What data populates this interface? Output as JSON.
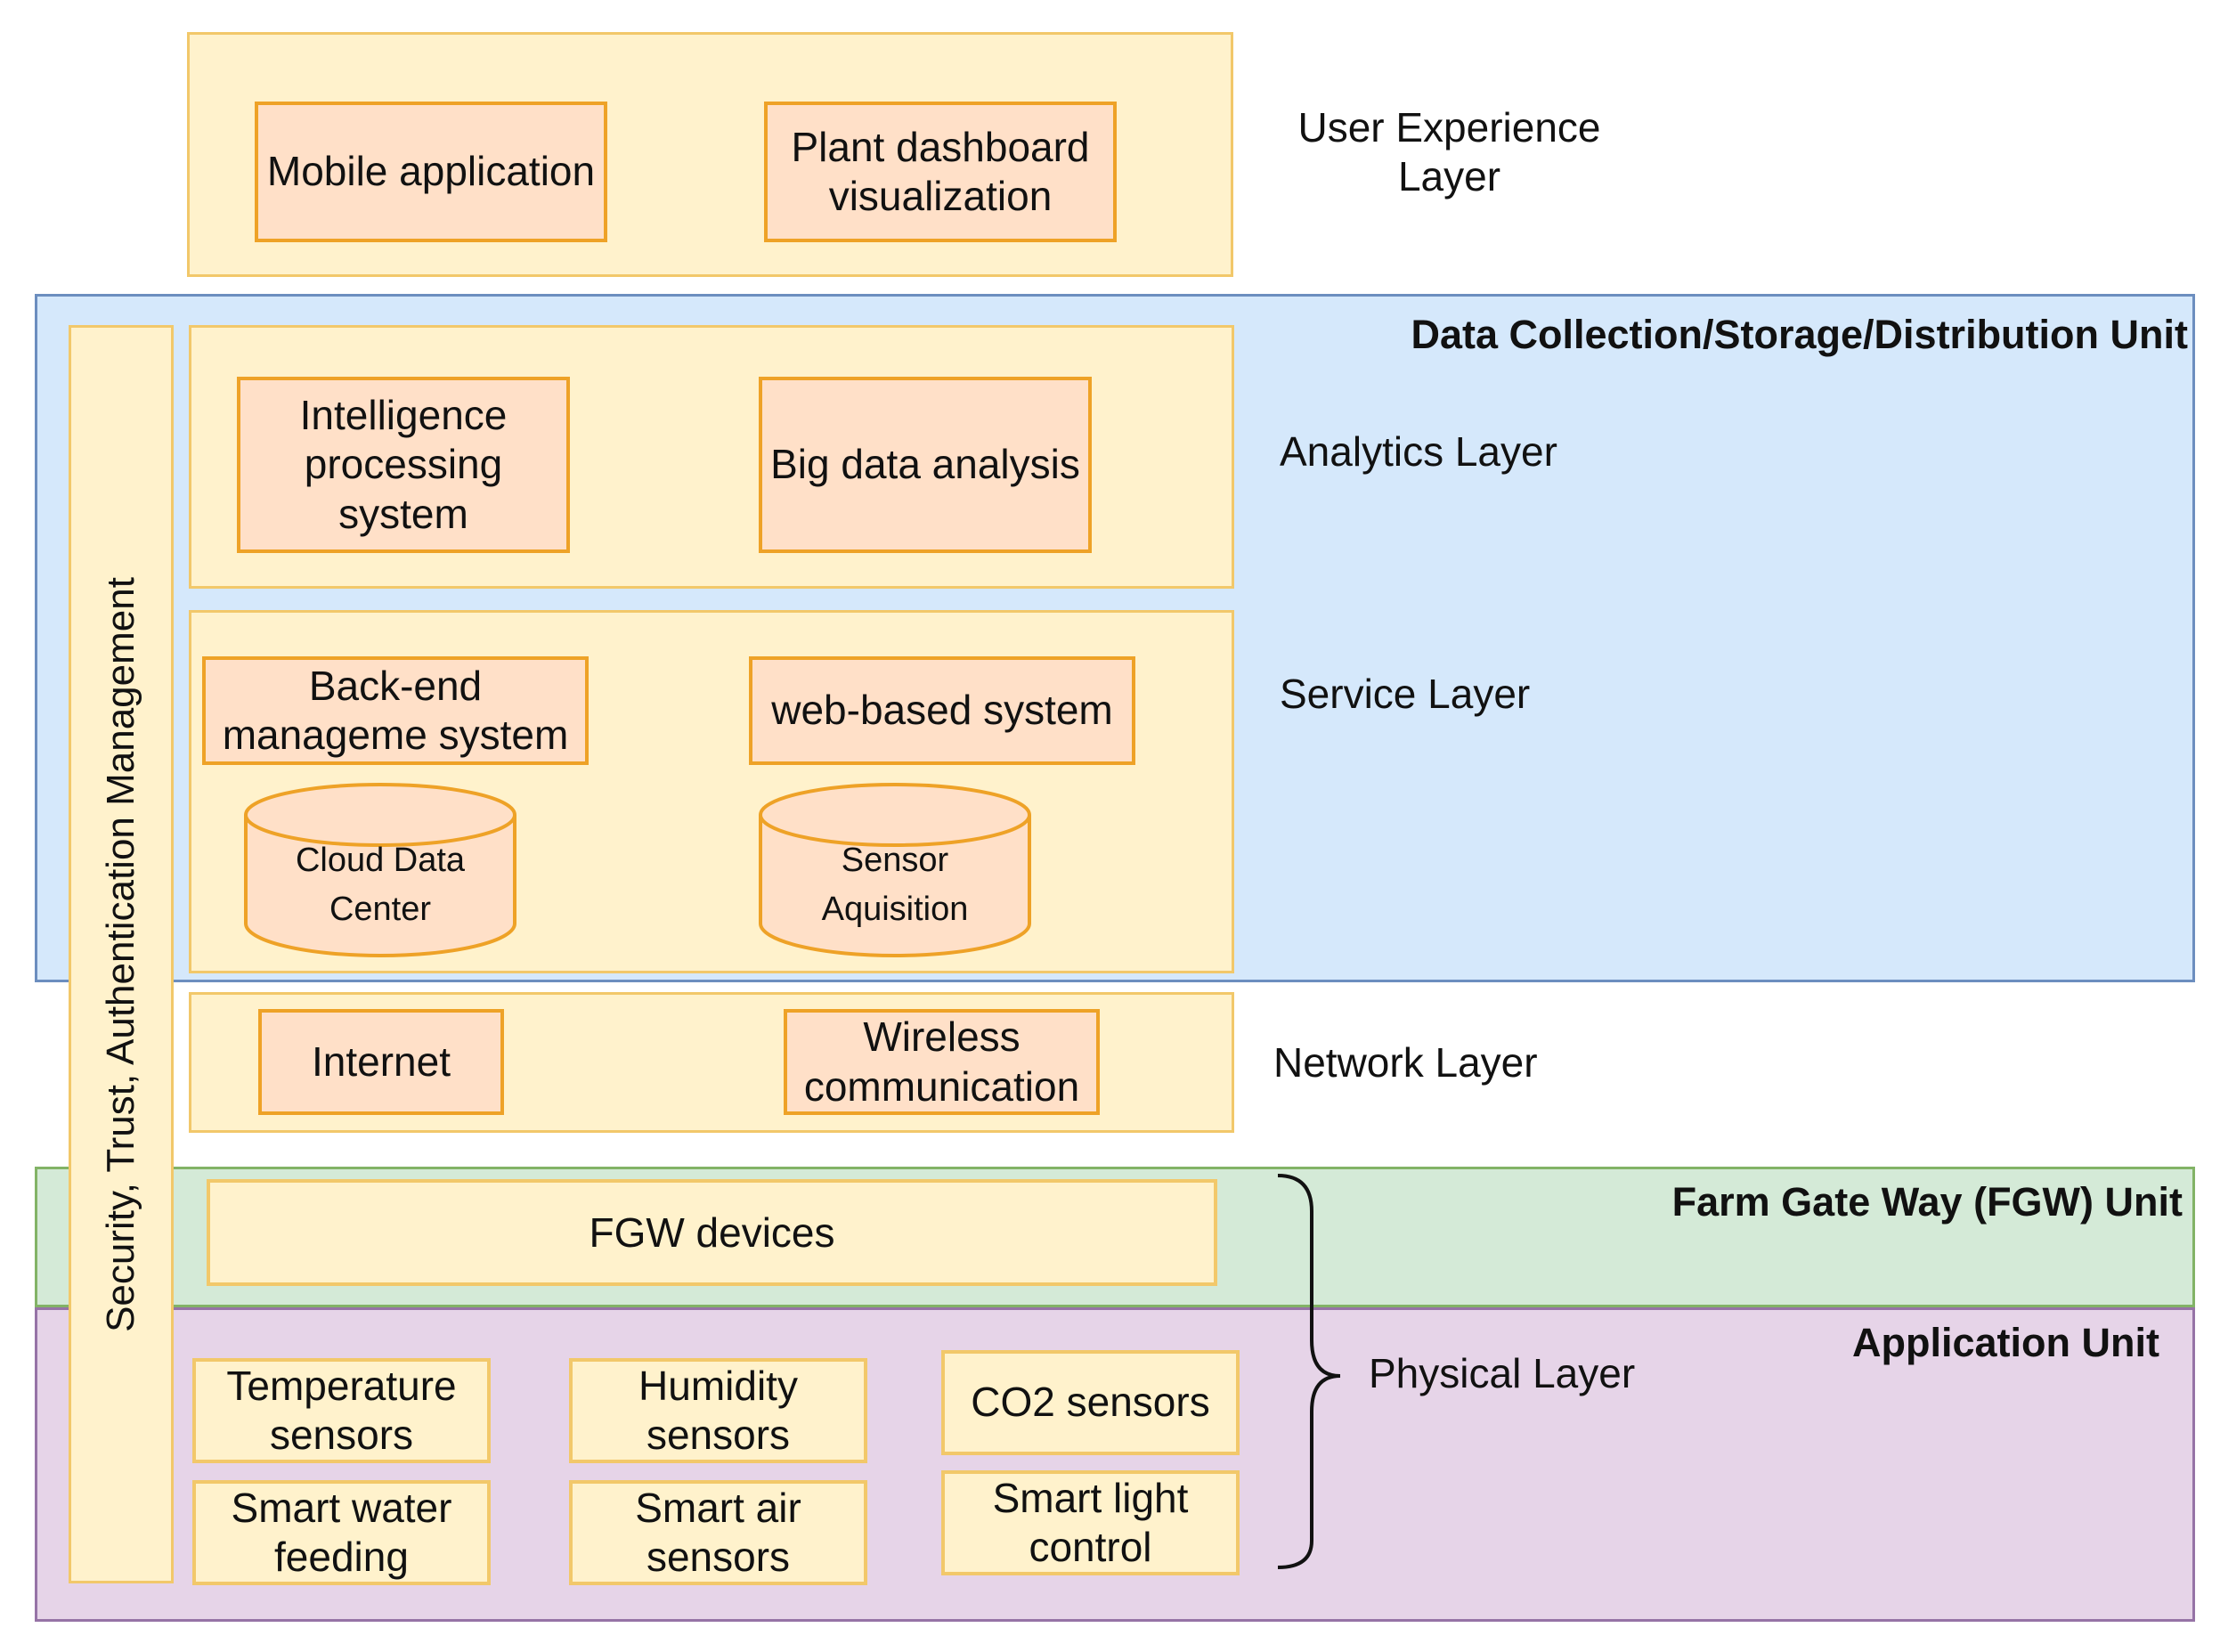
{
  "units": {
    "data": "Data Collection/Storage/Distribution Unit",
    "fgw": "Farm Gate Way (FGW) Unit",
    "application": "Application Unit"
  },
  "security": "Security, Trust, Authentication Management",
  "layers": {
    "user_experience": "User Experience\nLayer",
    "analytics": "Analytics Layer",
    "service": "Service Layer",
    "network": "Network Layer",
    "physical": "Physical Layer"
  },
  "components": {
    "mobile_app": "Mobile application",
    "plant_dashboard": "Plant dashboard\nvisualization",
    "intelligence": "Intelligence\nprocessing\nsystem",
    "big_data": "Big data analysis",
    "backend": "Back-end\nmanageme system",
    "web_based": "web-based system",
    "cloud_line1": "Cloud Data",
    "cloud_line2": "Center",
    "sensor_line1": "Sensor",
    "sensor_line2": "Aquisition",
    "internet": "Internet",
    "wireless": "Wireless\ncommunication",
    "fgw_devices": "FGW devices",
    "temperature": "Temperature\nsensors",
    "humidity": "Humidity\nsensors",
    "co2": "CO2 sensors",
    "water": "Smart water\nfeeding",
    "air": "Smart air\nsensors",
    "light": "Smart light\ncontrol"
  },
  "colors": {
    "data_unit": "#d5e8fb",
    "fgw_unit": "#d4ead7",
    "application_unit": "#e6d4e8",
    "layer_fill": "#fff2cc",
    "component_fill": "#ffe0c8",
    "component_border": "#eea227"
  }
}
